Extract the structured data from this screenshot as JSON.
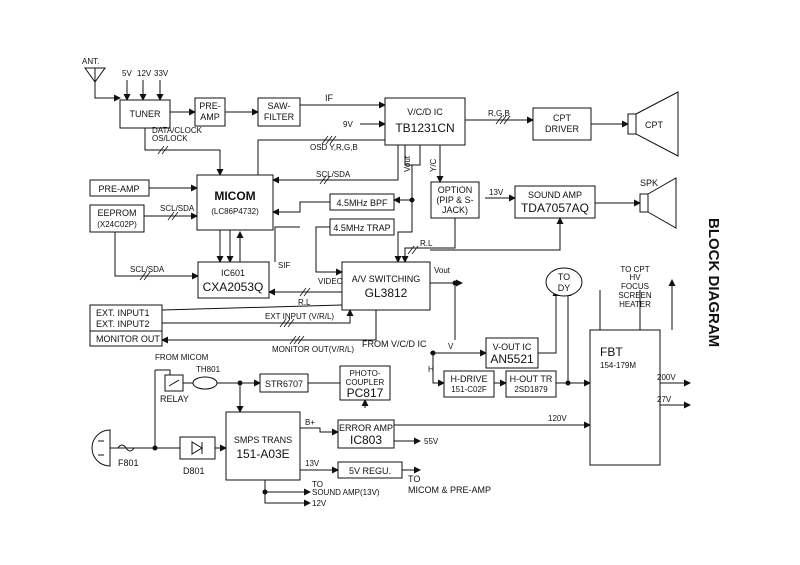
{
  "title": "BLOCK DIAGRAM",
  "antenna": {
    "label": "ANT."
  },
  "tuner": {
    "label": "TUNER",
    "v5": "5V",
    "v12": "12V",
    "v33": "33V",
    "ctrl": "DATA/CLOCK",
    "ctrl2": "OS/LOCK"
  },
  "preamp_rf": {
    "l1": "PRE-",
    "l2": "AMP"
  },
  "saw": {
    "l1": "SAW-",
    "l2": "FILTER"
  },
  "if_label": "IF",
  "vcd": {
    "l1": "V/C/D IC",
    "l2": "TB1231CN"
  },
  "rgb": "R,G,B",
  "cpt_driver": {
    "l1": "CPT",
    "l2": "DRIVER"
  },
  "cpt": "CPT",
  "v9": "9V",
  "osd": "OSD  Y,R,G,B",
  "scl1": "SCL/SDA",
  "vout_rot": "Vout",
  "yc_rot": "Y/C",
  "micom": {
    "l1": "MICOM",
    "l2": "(LC86P4732)"
  },
  "preamp_left": "PRE-AMP",
  "eeprom": {
    "l1": "EEPROM",
    "l2": "(X24C02P)"
  },
  "scl2": "SCL/SDA",
  "bpf": "4.5MHz  BPF",
  "trap": "4.5MHz  TRAP",
  "option": {
    "l1": "OPTION",
    "l2": "(PIP & S-",
    "l3": "JACK)"
  },
  "v13": "13V",
  "sound": {
    "l1": "SOUND AMP",
    "l2": "TDA7057AQ"
  },
  "spk": "SPK",
  "rl1": "R.L",
  "rl2": "R.L",
  "scl3": "SCL/SDA",
  "sif": "SIF",
  "video": "VIDEO",
  "ic601": {
    "l1": "IC601",
    "l2": "CXA2053Q"
  },
  "avsw": {
    "l1": "A/V SWITCHING",
    "l2": "GL3812"
  },
  "vout2": "Vout",
  "tody": {
    "l1": "TO",
    "l2": "DY"
  },
  "tocpt": {
    "l1": "TO CPT",
    "l2": "HV",
    "l3": "FOCUS",
    "l4": "SCREEN",
    "l5": "HEATER"
  },
  "ext": {
    "l1": "EXT. INPUT1",
    "l2": "EXT. INPUT2",
    "l3": "MONITOR OUT"
  },
  "extlabel": "EXT INPUT (V/R/L)",
  "monlabel": "MONITOR OUT(V/R/L)",
  "fromvcd": "FROM V/C/D IC",
  "v_lbl": "V",
  "voutic": {
    "l1": "V-OUT IC",
    "l2": "AN5521"
  },
  "fbt": {
    "l1": "FBT",
    "l2": "154-179M"
  },
  "h_lbl": "H",
  "hdrive": {
    "l1": "H-DRIVE",
    "l2": "151-C02F"
  },
  "hout": {
    "l1": "H-OUT  TR",
    "l2": "2SD1879"
  },
  "v200": "200V",
  "v27": "27V",
  "v120": "120V",
  "frommicom": "FROM MICOM",
  "relay": "RELAY",
  "th801": "TH801",
  "str": "STR6707",
  "photo": {
    "l1": "PHOTO-",
    "l2": "COUPLER",
    "l3": "PC817"
  },
  "bplus": "B+",
  "erramp": {
    "l1": "ERROR AMP",
    "l2": "IC803"
  },
  "v55": "55V",
  "smps": {
    "l1": "SMPS TRANS",
    "l2": "151-A03E"
  },
  "f801": "F801",
  "d801": "D801",
  "v13b": "13V",
  "reg": "5V  REGU.",
  "to1": "TO",
  "soundamp13": "SOUND AMP(13V)",
  "v12b": "12V",
  "to2": "TO",
  "micompre": "MICOM & PRE-AMP"
}
